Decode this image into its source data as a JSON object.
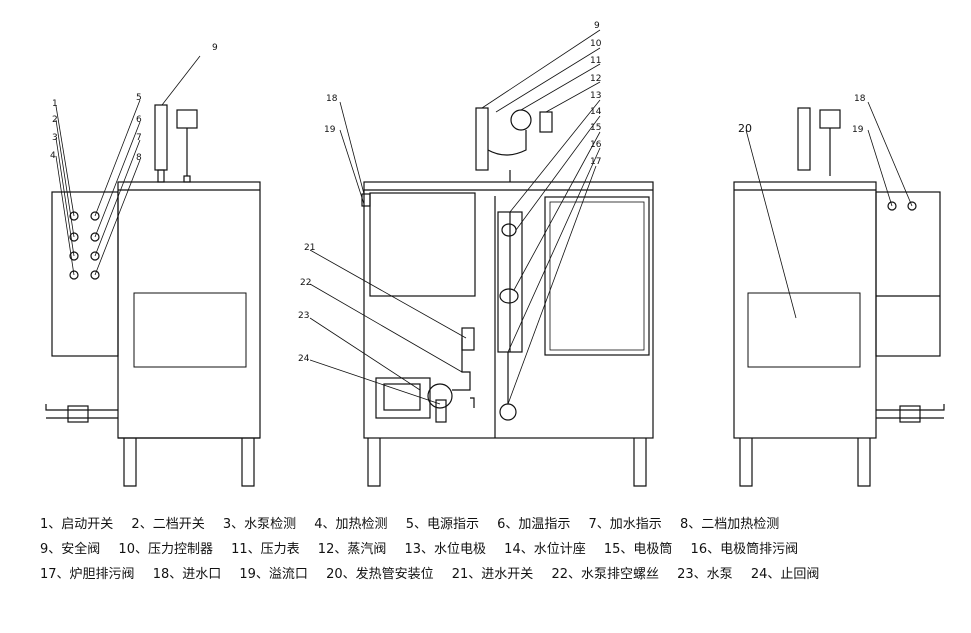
{
  "callouts": {
    "n1": "1",
    "n2": "2",
    "n3": "3",
    "n4": "4",
    "n5": "5",
    "n6": "6",
    "n7": "7",
    "n8": "8",
    "n9": "9",
    "n10": "10",
    "n11": "11",
    "n12": "12",
    "n13": "13",
    "n14": "14",
    "n15": "15",
    "n16": "16",
    "n17": "17",
    "n18": "18",
    "n19": "19",
    "n20": "20",
    "n21": "21",
    "n22": "22",
    "n23": "23",
    "n24": "24"
  },
  "legend": {
    "rows": [
      [
        "1、启动开关",
        "2、二档开关",
        "3、水泵检测",
        "4、加热检测",
        "5、电源指示",
        "6、加温指示",
        "7、加水指示",
        "8、二档加热检测"
      ],
      [
        "9、安全阀",
        "10、压力控制器",
        "11、压力表",
        "12、蒸汽阀",
        "13、水位电极",
        "14、水位计座",
        "15、电极筒",
        "16、电极筒排污阀"
      ],
      [
        "17、炉胆排污阀",
        "18、进水口",
        "19、溢流口",
        "20、发热管安装位",
        "21、进水开关",
        "22、水泵排空螺丝",
        "23、水泵",
        "24、止回阀"
      ]
    ]
  }
}
